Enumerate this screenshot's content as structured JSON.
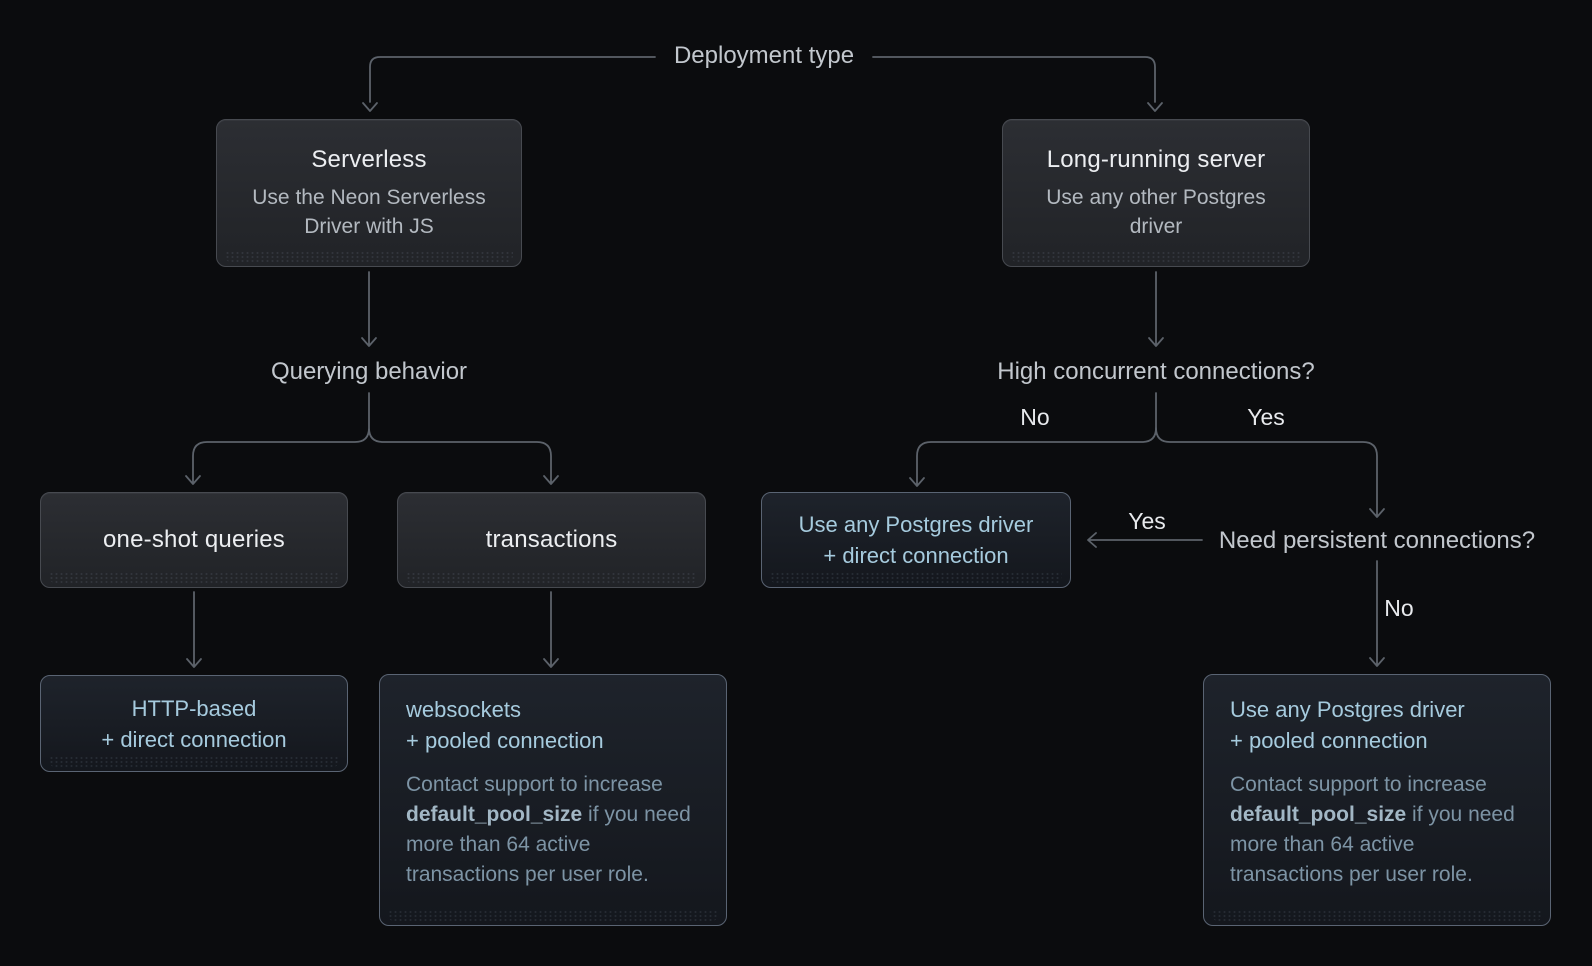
{
  "diagram": {
    "labels": {
      "deployment_type": "Deployment type",
      "querying_behavior": "Querying behavior",
      "high_concurrent_connections": "High concurrent connections?",
      "need_persistent_connections": "Need persistent connections?",
      "concurrent_no": "No",
      "concurrent_yes": "Yes",
      "persistent_yes": "Yes",
      "persistent_no": "No"
    },
    "nodes": {
      "serverless": {
        "title": "Serverless",
        "subtitle": "Use the Neon Serverless Driver with JS"
      },
      "long_running": {
        "title": "Long-running server",
        "subtitle": "Use any other Postgres driver"
      },
      "one_shot": {
        "title": "one-shot queries"
      },
      "transactions": {
        "title": "transactions"
      },
      "http_direct": {
        "line1": "HTTP-based",
        "line2": "+ direct connection"
      },
      "websockets_pooled": {
        "line1": "websockets",
        "line2": "+ pooled connection",
        "note_pre": "Contact support to increase ",
        "note_bold": "default_pool_size",
        "note_post": " if you need more than 64 active transactions per user role."
      },
      "any_direct": {
        "line1": "Use any Postgres driver",
        "line2": "+ direct connection"
      },
      "any_pooled": {
        "line1": "Use any Postgres driver",
        "line2": "+ pooled connection",
        "note_pre": "Contact support to increase ",
        "note_bold": "default_pool_size",
        "note_post": " if you need more than 64 active transactions per user role."
      }
    },
    "colors": {
      "background": "#0b0c0e",
      "connector": "#5c626a",
      "flow_label_text": "#c2c7cd",
      "yes_no_text": "#e8eaed",
      "gray_box_border": "#474a50",
      "gray_box_bg_top": "#2c2e33",
      "gray_box_bg_bottom": "#212327",
      "gray_box_title": "#eceef1",
      "gray_box_subtitle": "#b3b9c0",
      "blue_box_border": "#5a6473",
      "blue_box_bg_top": "#1e232b",
      "blue_box_bg_bottom": "#14171d",
      "blue_box_text": "#a6cbde",
      "blue_note_text": "#7d94a5",
      "blue_note_bold": "#a2b7c5"
    }
  }
}
